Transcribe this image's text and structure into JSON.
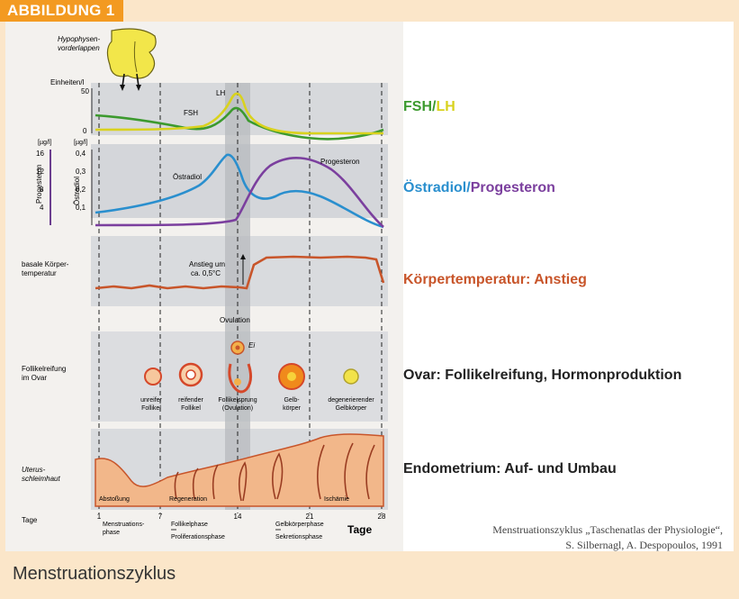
{
  "badge": "ABBILDUNG 1",
  "diagram": {
    "hypophyse": "Hypophysen-\nvorderlappen",
    "einheiten": "Einheiten/l",
    "ymax_units": "50",
    "ymin_units": "0",
    "fsh_curve_label": "FSH",
    "lh_curve_label": "LH",
    "progesteron_axis_label": "Progesteron",
    "oestradiol_axis_label": "Östradiol",
    "unit_left": "[µg/l]",
    "unit_right": "[µg/l]",
    "prog_ticks": [
      "16",
      "12",
      "8",
      "4"
    ],
    "oestr_ticks": [
      "0,4",
      "0,3",
      "0,2",
      "0,1"
    ],
    "oestradiol_curve_label": "Östradiol",
    "progesteron_curve_label": "Progesteron",
    "temp_label": "basale Körper-\ntemperatur",
    "anstieg": "Anstieg um\nca. 0,5°C",
    "ovulation": "Ovulation",
    "ei": "Ei",
    "follikel_label": "Follikelreifung\nim Ovar",
    "follikel_stages": [
      "unreifer\nFollikel",
      "reifender\nFollikel",
      "Follikelsprung\n(Ovulation)",
      "Gelb-\nkörper",
      "degenerierender\nGelbkörper"
    ],
    "uterus_label": "Uterus-\nschleimhaut",
    "abstossung": "Abstoßung",
    "regeneration": "Regeneration",
    "ischaemie": "Ischämie",
    "tage": "Tage",
    "days": [
      "1",
      "7",
      "14",
      "21",
      "28"
    ],
    "tage_axis": "Tage",
    "phases_top": [
      "Menstruations-\nphase",
      "Follikelphase",
      "Gelbkörperphase"
    ],
    "phases_bottom": [
      "Proliferationsphase",
      "Sekretionsphase"
    ]
  },
  "labels": {
    "fsh": "FSH",
    "slash": "/",
    "lh": "LH",
    "oestradiol": "Östradiol",
    "progesteron": "Progesteron",
    "temperatur": "Körpertemperatur: Anstieg",
    "ovar": "Ovar: Follikelreifung, Hormonproduktion",
    "endometrium": "Endometrium: Auf- und Umbau"
  },
  "colors": {
    "fsh": "#3c9a2e",
    "lh": "#d9d21e",
    "oestradiol": "#2a8fce",
    "progesteron": "#7b3f9e",
    "temperatur": "#c8552a",
    "accent": "#f39a21"
  },
  "credit": [
    "Menstruationszyklus „Taschenatlas der Physiologie“,",
    "S. Silbernagl, A. Despopoulos, 1991"
  ],
  "caption": "Menstruationszyklus"
}
